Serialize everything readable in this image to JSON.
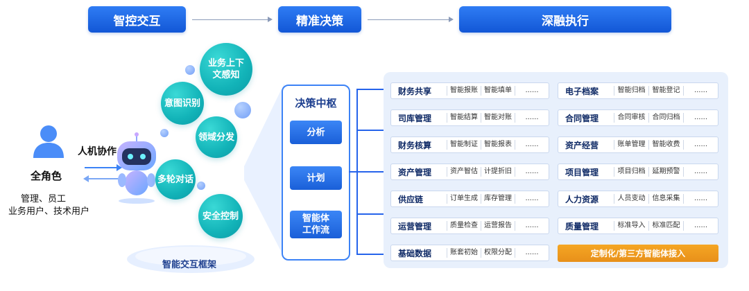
{
  "stages": [
    "智控交互",
    "精准决策",
    "深融执行"
  ],
  "left": {
    "role_title": "全角色",
    "role_desc_1": "管理、员工",
    "role_desc_2": "业务用户、技术用户",
    "collab": "人机协作",
    "frame": "智能交互框架"
  },
  "bubbles": [
    "业务上下文感知",
    "意图识别",
    "领域分发",
    "多轮对话",
    "安全控制"
  ],
  "hub": {
    "title": "决策中枢",
    "items": [
      "分析",
      "计划",
      "智能体工作流"
    ]
  },
  "cards_left": [
    {
      "name": "财务共享",
      "items": [
        "智能报账",
        "智能填单",
        "......"
      ]
    },
    {
      "name": "司库管理",
      "items": [
        "智能结算",
        "智能对账",
        "......"
      ]
    },
    {
      "name": "财务核算",
      "items": [
        "智能制证",
        "智能报表",
        "......"
      ]
    },
    {
      "name": "资产管理",
      "items": [
        "资产智估",
        "计提折旧",
        "......"
      ]
    },
    {
      "name": "供应链",
      "items": [
        "订单生成",
        "库存管理",
        "......"
      ]
    },
    {
      "name": "运营管理",
      "items": [
        "质量检查",
        "运营报告",
        "......"
      ]
    },
    {
      "name": "基础数据",
      "items": [
        "账套初始",
        "权限分配",
        "......"
      ]
    }
  ],
  "cards_right": [
    {
      "name": "电子档案",
      "items": [
        "智能归档",
        "智能登记",
        "......"
      ]
    },
    {
      "name": "合同管理",
      "items": [
        "合同审核",
        "合同归档",
        "......"
      ]
    },
    {
      "name": "资产经营",
      "items": [
        "账单管理",
        "智能收费",
        "......"
      ]
    },
    {
      "name": "项目管理",
      "items": [
        "项目归档",
        "延期预警",
        "......"
      ]
    },
    {
      "name": "人力资源",
      "items": [
        "人员变动",
        "信息采集",
        "......"
      ]
    },
    {
      "name": "质量管理",
      "items": [
        "标准导入",
        "标准匹配",
        "......"
      ]
    }
  ],
  "custom": "定制化/第三方智能体接入"
}
